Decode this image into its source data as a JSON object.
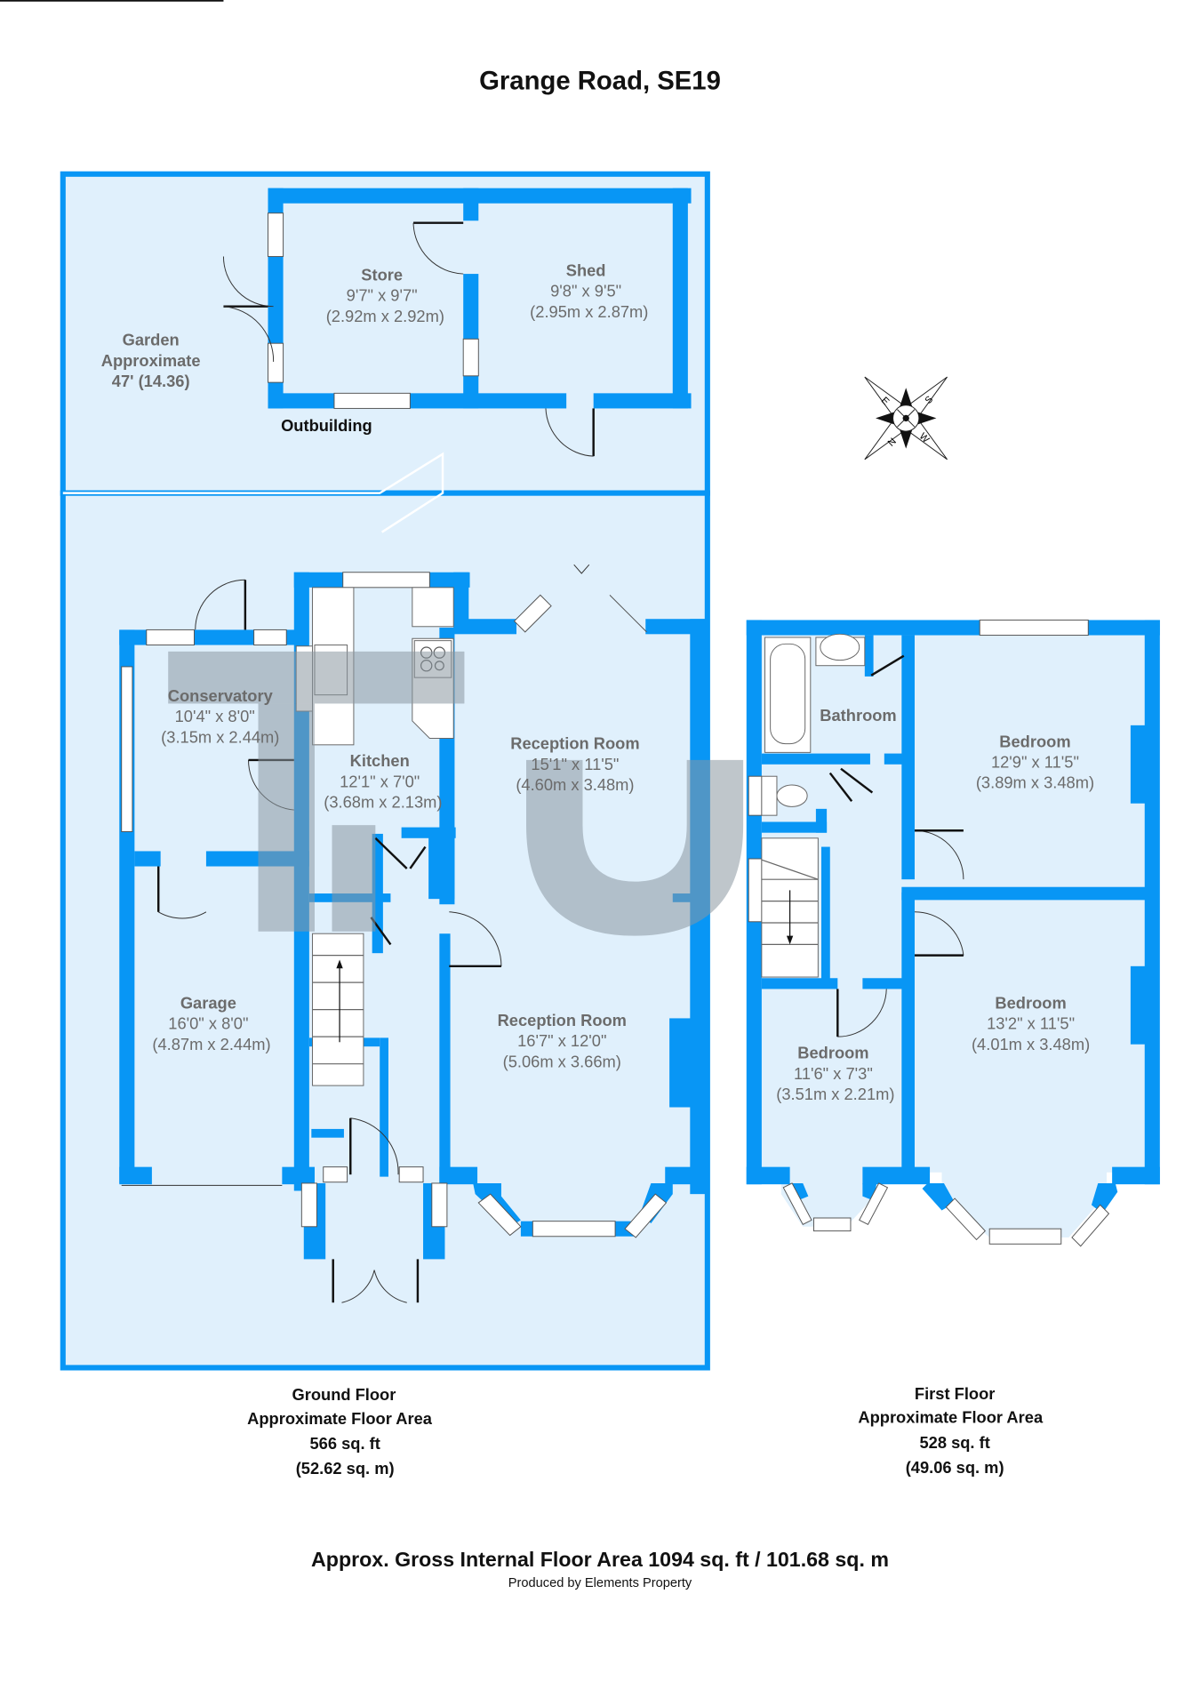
{
  "title": "Grange Road, SE19",
  "colors": {
    "wall": "#0896f5",
    "floor": "#e0f0fc",
    "label_grey": "#6b6b6b",
    "watermark": "#8a97a0"
  },
  "watermark_text": "truli",
  "outbuilding": {
    "label": "Outbuilding",
    "garden": {
      "line1": "Garden",
      "line2": "Approximate",
      "line3": "47' (14.36)"
    },
    "rooms": [
      {
        "name": "Store",
        "imperial": "9'7\" x 9'7\"",
        "metric": "(2.92m x 2.92m)"
      },
      {
        "name": "Shed",
        "imperial": "9'8\" x 9'5\"",
        "metric": "(2.95m x 2.87m)"
      }
    ]
  },
  "compass": {
    "icon": "compass-rose-icon",
    "labels": [
      "N",
      "E",
      "S",
      "W"
    ]
  },
  "ground_floor": {
    "rooms": [
      {
        "name": "Conservatory",
        "imperial": "10'4\" x 8'0\"",
        "metric": "(3.15m x 2.44m)"
      },
      {
        "name": "Kitchen",
        "imperial": "12'1\" x 7'0\"",
        "metric": "(3.68m x 2.13m)"
      },
      {
        "name": "Reception Room",
        "imperial": "15'1\" x 11'5\"",
        "metric": "(4.60m x 3.48m)"
      },
      {
        "name": "Garage",
        "imperial": "16'0\" x 8'0\"",
        "metric": "(4.87m x 2.44m)"
      },
      {
        "name": "Reception Room",
        "imperial": "16'7\" x 12'0\"",
        "metric": "(5.06m x 3.66m)"
      }
    ],
    "summary": {
      "floor": "Ground Floor",
      "label": "Approximate Floor Area",
      "sqft": "566 sq. ft",
      "sqm": "(52.62 sq. m)"
    }
  },
  "first_floor": {
    "rooms": [
      {
        "name": "Bathroom",
        "imperial": "",
        "metric": ""
      },
      {
        "name": "Bedroom",
        "imperial": "12'9\" x 11'5\"",
        "metric": "(3.89m x 3.48m)"
      },
      {
        "name": "Bedroom",
        "imperial": "13'2\" x 11'5\"",
        "metric": "(4.01m x 3.48m)"
      },
      {
        "name": "Bedroom",
        "imperial": "11'6\" x 7'3\"",
        "metric": "(3.51m x 2.21m)"
      }
    ],
    "summary": {
      "floor": "First Floor",
      "label": "Approximate Floor Area",
      "sqft": "528 sq. ft",
      "sqm": "(49.06 sq. m)"
    }
  },
  "gross_area": "Approx. Gross Internal Floor Area 1094 sq. ft / 101.68 sq. m",
  "credit": "Produced by Elements Property"
}
